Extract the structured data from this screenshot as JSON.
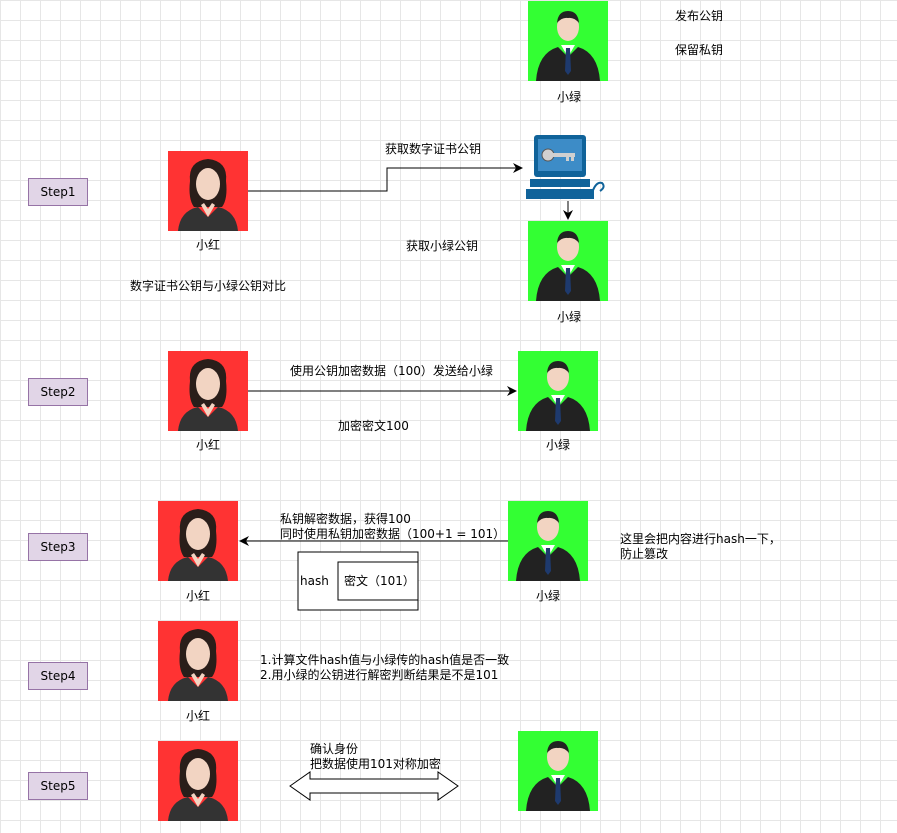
{
  "colors": {
    "red_bg": "#ff3333",
    "green_bg": "#33ff33",
    "step_fill": "#e1d5e7",
    "step_stroke": "#9673a6"
  },
  "steps": [
    "Step1",
    "Step2",
    "Step3",
    "Step4",
    "Step5"
  ],
  "names": {
    "red": "小红",
    "green": "小绿"
  },
  "top": {
    "publish": "发布公钥",
    "keep": "保留私钥"
  },
  "step1": {
    "get_cert": "获取数字证书公钥",
    "get_green_key": "获取小绿公钥",
    "compare": "数字证书公钥与小绿公钥对比",
    "computer_icon": "computer-key-icon"
  },
  "step2": {
    "send": "使用公钥加密数据（100）发送给小绿",
    "cipher": "加密密文100"
  },
  "step3": {
    "line1": "私钥解密数据，获得100",
    "line2": "同时使用私钥加密数据（100+1 = 101）",
    "hash": "hash",
    "cipher_box": "密文（101）",
    "note1": "这里会把内容进行hash一下，",
    "note2": "防止篡改"
  },
  "step4": {
    "line1": "1.计算文件hash值与小绿传的hash值是否一致",
    "line2": "2.用小绿的公钥进行解密判断结果是不是101"
  },
  "step5": {
    "line1": "确认身份",
    "line2": "把数据使用101对称加密"
  }
}
